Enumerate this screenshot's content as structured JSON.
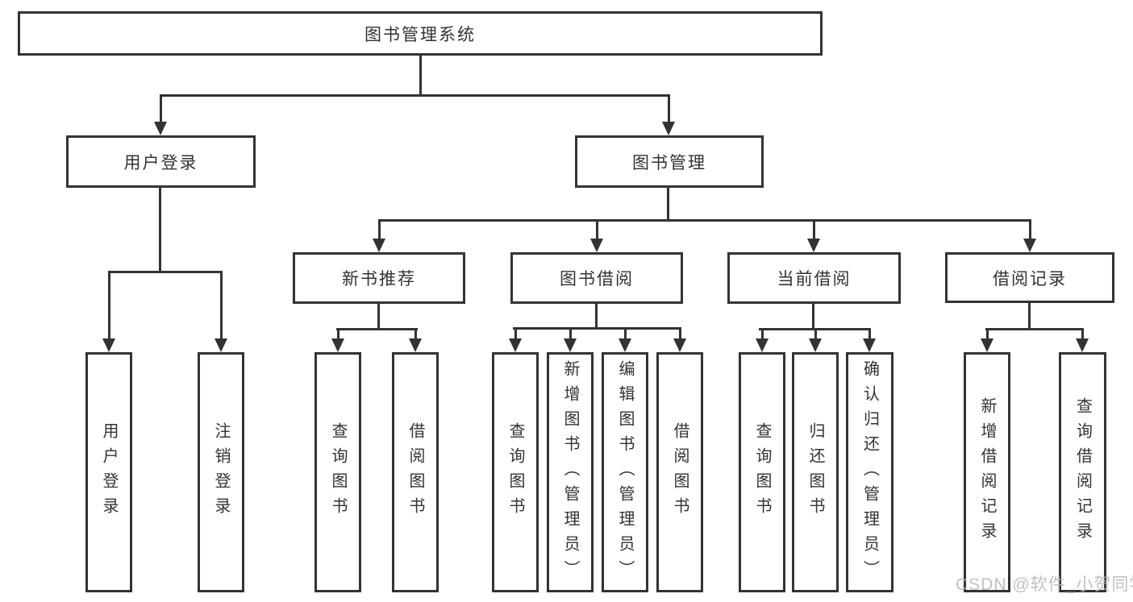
{
  "diagram": {
    "root": {
      "label": "图书管理系统"
    },
    "user_login": {
      "label": "用户登录",
      "children": [
        {
          "label": "用户登录"
        },
        {
          "label": "注销登录"
        }
      ]
    },
    "book_management": {
      "label": "图书管理",
      "sections": [
        {
          "label": "新书推荐",
          "children": [
            {
              "label": "查询图书"
            },
            {
              "label": "借阅图书"
            }
          ]
        },
        {
          "label": "图书借阅",
          "children": [
            {
              "label": "查询图书"
            },
            {
              "label": "新增图书（管理员）"
            },
            {
              "label": "编辑图书（管理员）"
            },
            {
              "label": "借阅图书"
            }
          ]
        },
        {
          "label": "当前借阅",
          "children": [
            {
              "label": "查询图书"
            },
            {
              "label": "归还图书"
            },
            {
              "label": "确认归还（管理员）"
            }
          ]
        },
        {
          "label": "借阅记录",
          "children": [
            {
              "label": "新增借阅记录"
            },
            {
              "label": "查询借阅记录"
            }
          ]
        }
      ]
    }
  },
  "watermark": {
    "text": "CSDN @软件_小贺同学"
  },
  "colors": {
    "line": "#333333",
    "text": "#333333",
    "watermark": "#b6b6b6",
    "background": "#ffffff"
  }
}
